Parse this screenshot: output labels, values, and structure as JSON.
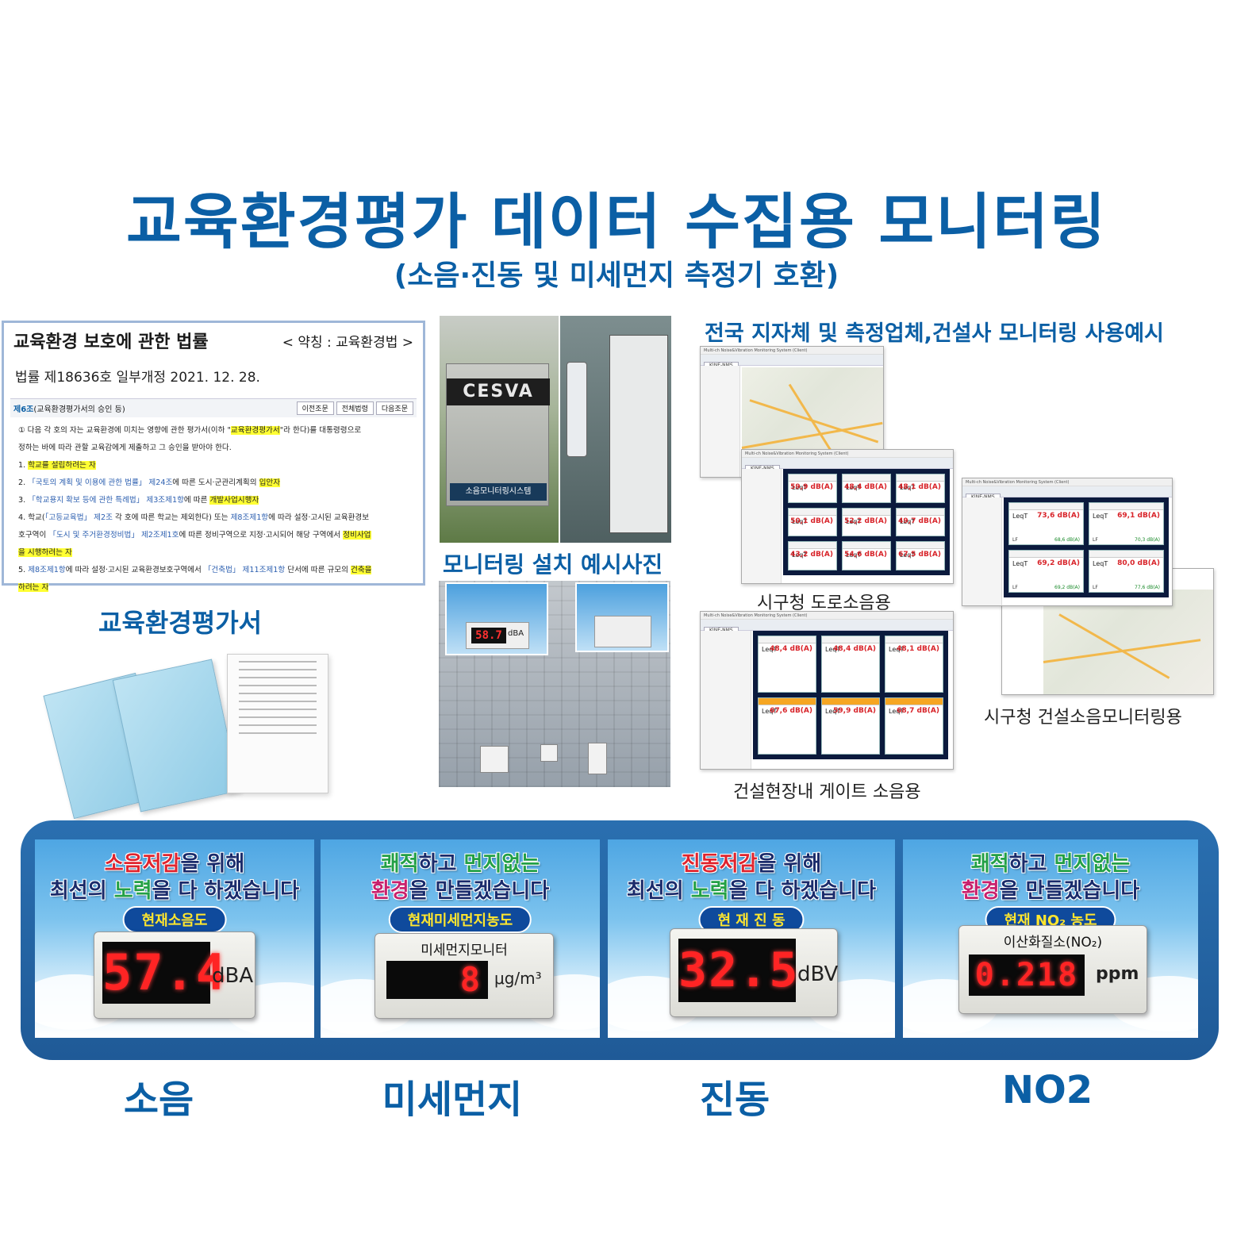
{
  "header": {
    "title": "교육환경평가 데이터 수집용 모니터링",
    "subtitle": "(소음·진동 및 미세먼지 측정기 호환)"
  },
  "law": {
    "title": "교육환경 보호에 관한 법률",
    "abbr": "< 약칭 : 교육환경법 >",
    "revision": "법률 제18636호 일부개정 2021. 12. 28.",
    "article_no": "제6조",
    "article_title": "(교육환경평가서의 승인 등)",
    "buttons": [
      "이전조문",
      "전체법령",
      "다음조문"
    ],
    "p1a": "① 다음 각 호의 자는 교육환경에 미치는 영향에 관한 평가서(이하 \"",
    "p1b": "교육환경평가서",
    "p1c": "\"라 한다)를 대통령령으로",
    "p2": "정하는 바에 따라 관할 교육감에게 제출하고 그 승인을 받아야 한다.",
    "i1a": "1. ",
    "i1b": "학교를 설립하려는 자",
    "i2a": "2. ",
    "i2b": "「국토의 계획 및 이용에 관한 법률」 제24조",
    "i2c": "에 따른 도시·군관리계획의 ",
    "i2d": "입안자",
    "i3a": "3. ",
    "i3b": "「학교용지 확보 등에 관한 특례법」 제3조제1항",
    "i3c": "에 따른 ",
    "i3d": "개발사업시행자",
    "i4a": "4. 학교(",
    "i4b": "「고등교육법」 제2조",
    "i4c": " 각 호에 따른 학교는 제외한다) 또는 ",
    "i4d": "제8조제1항",
    "i4e": "에 따라 설정·고시된 교육환경보",
    "i4f": "호구역이 ",
    "i4g": "「도시 및 주거환경정비법」 제2조제1호",
    "i4h": "에 따른 정비구역으로 지정·고시되어 해당 구역에서 ",
    "i4i": "정비사업",
    "i4j": "을 시행하려는 자",
    "i5a": "5. ",
    "i5b": "제8조제1항",
    "i5c": "에 따라 설정·고시된 교육환경보호구역에서 ",
    "i5d": "「건축법」 제11조제1항",
    "i5e": " 단서에 따른 규모의 ",
    "i5f": "건축을",
    "i5g": "하려는 자"
  },
  "report": {
    "caption": "교육환경평가서"
  },
  "install": {
    "caption": "모니터링 설치 예시사진",
    "cabinet_brand": "CESVA",
    "cabinet_label": "소음모니터링시스템",
    "mini_value": "58.7",
    "mini_unit": "dBA"
  },
  "software": {
    "caption": "전국 지자체 및 측정업체,건설사 모니터링 사용예시",
    "app_name": "KINE-NMS",
    "window_title": "Multi-ch Noise&Vibration Monitoring System (Client)",
    "labels": {
      "road": "시구청 도로소음용",
      "gate": "건설현장내 게이트 소음용",
      "construction": "시구청 건설소음모니터링용"
    },
    "road_values": [
      "59,9",
      "48,4",
      "48,1",
      "50,1",
      "52,2",
      "49,7",
      "43,2",
      "54,6",
      "67,5"
    ],
    "gate_values": [
      "48,4",
      "48,4",
      "48,1",
      "67,6",
      "59,9",
      "68,7"
    ],
    "construction_values": [
      "73,6",
      "69,1",
      "69,2",
      "80,0"
    ],
    "construction_lf": [
      "68,6",
      "70,3",
      "69,2",
      "77,6"
    ],
    "leq_label": "LeqT",
    "lf_label": "LF",
    "unit": "dB(A)"
  },
  "displays": [
    {
      "line1_a": "소음저감",
      "line1_b": "을 위해",
      "line2_a": "최선의 ",
      "line2_b": "노력",
      "line2_c": "을 다 하겠습니다",
      "pill": "현재소음도",
      "value": "57.4",
      "unit": "dBA",
      "label": "",
      "footer": "소음"
    },
    {
      "line1_a": "쾌적",
      "line1_b": "하고 ",
      "line1_c": "먼지없는",
      "line2_a": "환경",
      "line2_b": "을 만들겠습니다",
      "pill": "현재미세먼지농도",
      "value": "8",
      "unit": "μg/m³",
      "label": "미세먼지모니터",
      "footer": "미세먼지"
    },
    {
      "line1_a": "진동저감",
      "line1_b": "을 위해",
      "line2_a": "최선의 ",
      "line2_b": "노력",
      "line2_c": "을 다 하겠습니다",
      "pill": "현 재 진 동",
      "value": "32.5",
      "unit": "dBV",
      "label": "",
      "footer": "진동"
    },
    {
      "line1_a": "쾌적",
      "line1_b": "하고 ",
      "line1_c": "먼지없는",
      "line2_a": "환경",
      "line2_b": "을 만들겠습니다",
      "pill": "현재 NO₂ 농도",
      "value": "0.218",
      "unit": "ppm",
      "label": "이산화질소(NO₂)",
      "footer": "NO2"
    }
  ],
  "colors": {
    "brand_blue": "#0b5fa5",
    "strip_blue": "#2a6fb0",
    "led_red": "#ff2424",
    "highlight": "#ffff33"
  }
}
